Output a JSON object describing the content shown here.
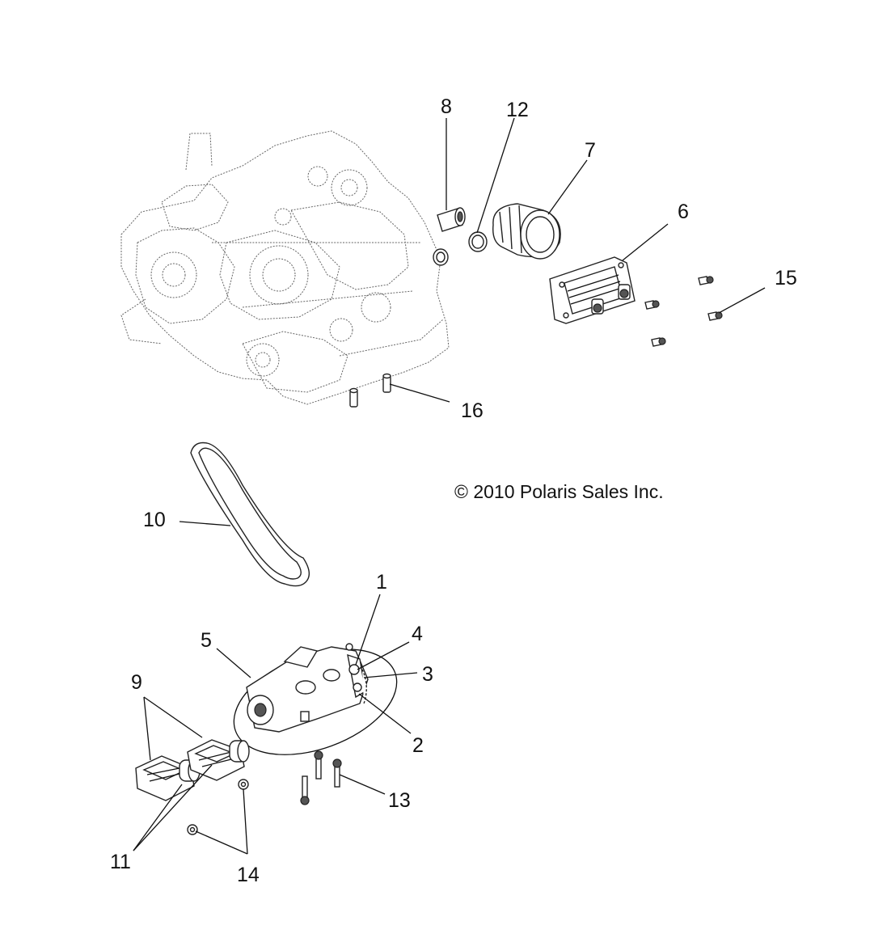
{
  "copyright": "© 2010 Polaris Sales Inc.",
  "callouts": [
    {
      "id": "1",
      "label": "1"
    },
    {
      "id": "2",
      "label": "2"
    },
    {
      "id": "3",
      "label": "3"
    },
    {
      "id": "4",
      "label": "4"
    },
    {
      "id": "5",
      "label": "5"
    },
    {
      "id": "6",
      "label": "6"
    },
    {
      "id": "7",
      "label": "7"
    },
    {
      "id": "8",
      "label": "8"
    },
    {
      "id": "9",
      "label": "9"
    },
    {
      "id": "10",
      "label": "10"
    },
    {
      "id": "11",
      "label": "11"
    },
    {
      "id": "12",
      "label": "12"
    },
    {
      "id": "13",
      "label": "13"
    },
    {
      "id": "14",
      "label": "14"
    },
    {
      "id": "15",
      "label": "15"
    },
    {
      "id": "16",
      "label": "16"
    }
  ]
}
